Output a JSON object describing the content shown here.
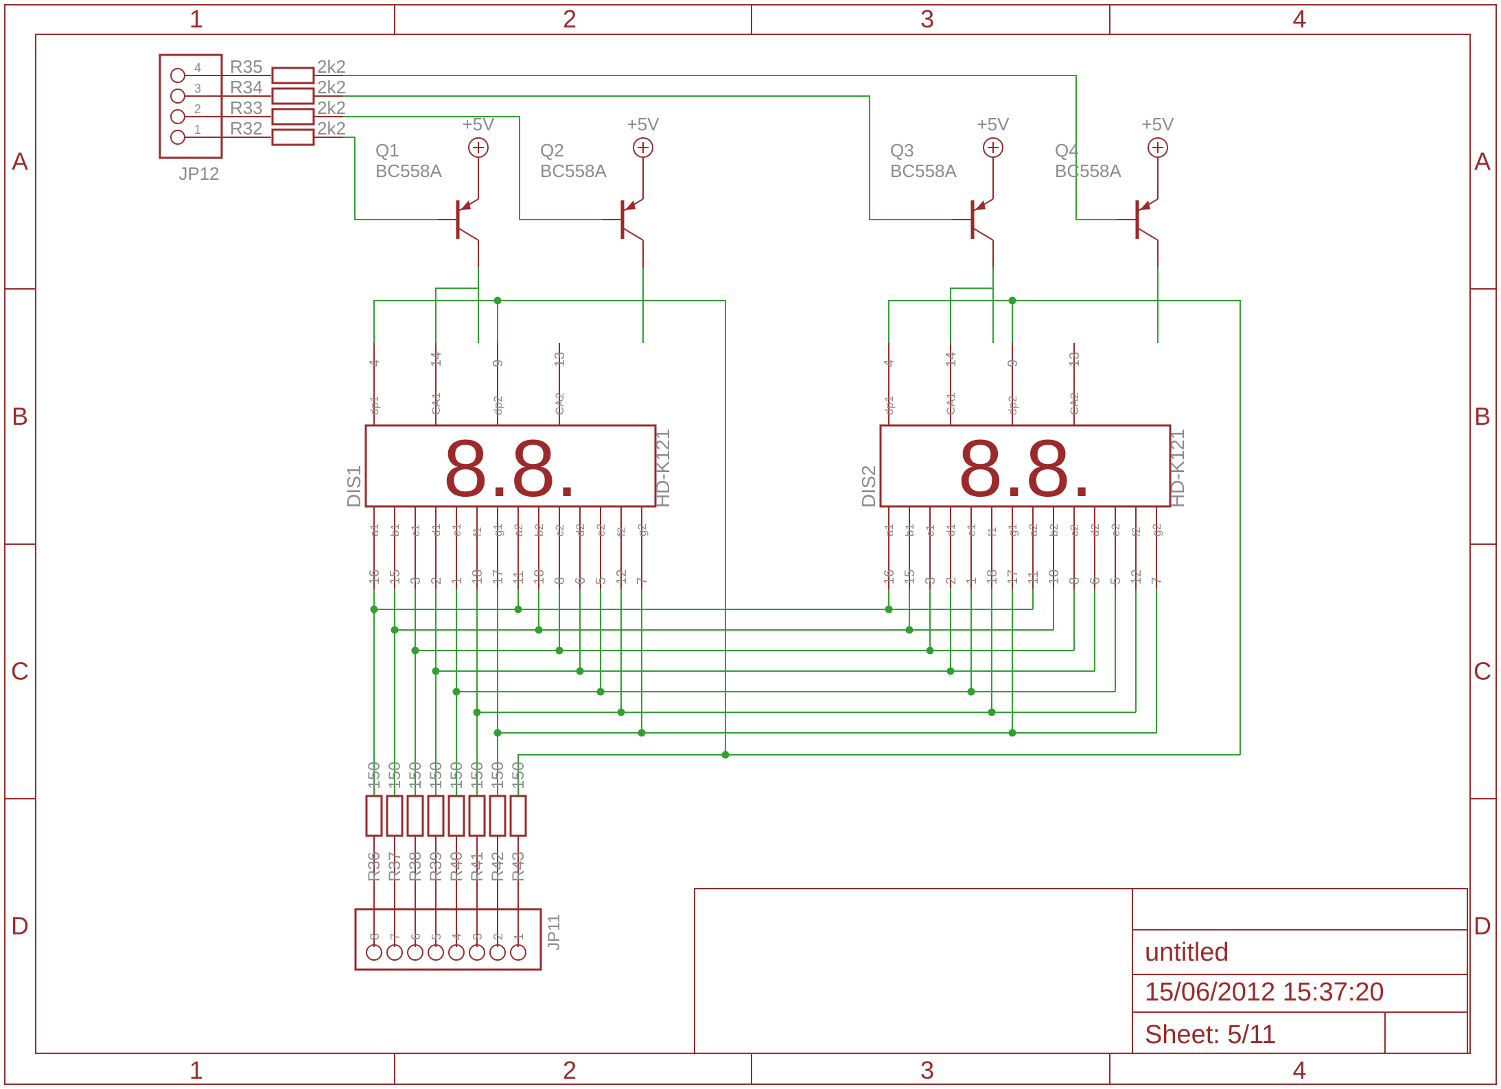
{
  "frame": {
    "columns": [
      "1",
      "2",
      "3",
      "4"
    ],
    "rows": [
      "A",
      "B",
      "C",
      "D"
    ]
  },
  "title_block": {
    "title": "untitled",
    "date": "15/06/2012 15:37:20",
    "sheet": "Sheet: 5/11"
  },
  "connectors": {
    "jp12": {
      "name": "JP12",
      "pins": [
        "4",
        "3",
        "2",
        "1"
      ]
    },
    "jp11": {
      "name": "JP11",
      "pins": [
        "8",
        "7",
        "6",
        "5",
        "4",
        "3",
        "2",
        "1"
      ]
    }
  },
  "base_resistors": [
    {
      "name": "R35",
      "value": "2k2"
    },
    {
      "name": "R34",
      "value": "2k2"
    },
    {
      "name": "R33",
      "value": "2k2"
    },
    {
      "name": "R32",
      "value": "2k2"
    }
  ],
  "transistors": [
    {
      "name": "Q1",
      "type": "BC558A",
      "supply": "+5V"
    },
    {
      "name": "Q2",
      "type": "BC558A",
      "supply": "+5V"
    },
    {
      "name": "Q3",
      "type": "BC558A",
      "supply": "+5V"
    },
    {
      "name": "Q4",
      "type": "BC558A",
      "supply": "+5V"
    }
  ],
  "displays": [
    {
      "name": "DIS1",
      "part": "HD-K121",
      "glyph": "8.8.",
      "top_pins": [
        {
          "pin": "4",
          "name": "dp1"
        },
        {
          "pin": "14",
          "name": "CA1"
        },
        {
          "pin": "9",
          "name": "dp2"
        },
        {
          "pin": "13",
          "name": "CA2"
        }
      ],
      "bottom_pins": [
        {
          "pin": "16",
          "name": "a1"
        },
        {
          "pin": "15",
          "name": "b1"
        },
        {
          "pin": "3",
          "name": "c1"
        },
        {
          "pin": "2",
          "name": "d1"
        },
        {
          "pin": "1",
          "name": "e1"
        },
        {
          "pin": "18",
          "name": "f1"
        },
        {
          "pin": "17",
          "name": "g1"
        },
        {
          "pin": "11",
          "name": "a2"
        },
        {
          "pin": "10",
          "name": "b2"
        },
        {
          "pin": "8",
          "name": "c2"
        },
        {
          "pin": "6",
          "name": "d2"
        },
        {
          "pin": "5",
          "name": "e2"
        },
        {
          "pin": "12",
          "name": "f2"
        },
        {
          "pin": "7",
          "name": "g2"
        }
      ]
    },
    {
      "name": "DIS2",
      "part": "HD-K121",
      "glyph": "8.8.",
      "top_pins": [
        {
          "pin": "4",
          "name": "dp1"
        },
        {
          "pin": "14",
          "name": "CA1"
        },
        {
          "pin": "9",
          "name": "dp2"
        },
        {
          "pin": "13",
          "name": "CA2"
        }
      ],
      "bottom_pins": [
        {
          "pin": "16",
          "name": "a1"
        },
        {
          "pin": "15",
          "name": "b1"
        },
        {
          "pin": "3",
          "name": "c1"
        },
        {
          "pin": "2",
          "name": "d1"
        },
        {
          "pin": "1",
          "name": "e1"
        },
        {
          "pin": "18",
          "name": "f1"
        },
        {
          "pin": "17",
          "name": "g1"
        },
        {
          "pin": "11",
          "name": "a2"
        },
        {
          "pin": "10",
          "name": "b2"
        },
        {
          "pin": "8",
          "name": "c2"
        },
        {
          "pin": "6",
          "name": "d2"
        },
        {
          "pin": "5",
          "name": "e2"
        },
        {
          "pin": "12",
          "name": "f2"
        },
        {
          "pin": "7",
          "name": "g2"
        }
      ]
    }
  ],
  "segment_resistors": [
    {
      "name": "R36",
      "value": "150"
    },
    {
      "name": "R37",
      "value": "150"
    },
    {
      "name": "R38",
      "value": "150"
    },
    {
      "name": "R39",
      "value": "150"
    },
    {
      "name": "R40",
      "value": "150"
    },
    {
      "name": "R41",
      "value": "150"
    },
    {
      "name": "R42",
      "value": "150"
    },
    {
      "name": "R43",
      "value": "150"
    }
  ]
}
